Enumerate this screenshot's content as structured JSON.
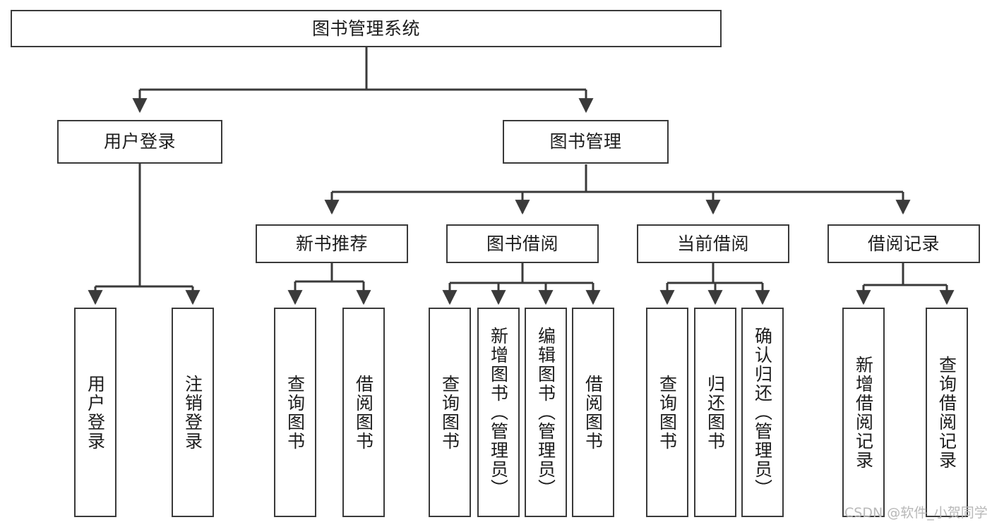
{
  "diagram": {
    "title": "图书管理系统",
    "type": "tree",
    "watermark": "CSDN @软件_小贺同学",
    "colors": {
      "border": "#3a3a3a",
      "background": "#ffffff",
      "text": "#1c1c1c",
      "edge": "#3a3a3a",
      "watermark": "#b8b8b8"
    },
    "nodes": {
      "root": {
        "label": "图书管理系统"
      },
      "level2": [
        {
          "id": "user-login",
          "label": "用户登录"
        },
        {
          "id": "book-manage",
          "label": "图书管理"
        }
      ],
      "level3": [
        {
          "id": "new-book-recommend",
          "label": "新书推荐"
        },
        {
          "id": "book-borrow",
          "label": "图书借阅"
        },
        {
          "id": "current-borrow",
          "label": "当前借阅"
        },
        {
          "id": "borrow-record",
          "label": "借阅记录"
        }
      ],
      "leaves": {
        "user-login": [
          {
            "id": "leaf-user-login",
            "label": "用户登录"
          },
          {
            "id": "leaf-logout-login",
            "label": "注销登录"
          }
        ],
        "new-book-recommend": [
          {
            "id": "leaf-query-book-1",
            "label": "查询图书"
          },
          {
            "id": "leaf-borrow-book-1",
            "label": "借阅图书"
          }
        ],
        "book-borrow": [
          {
            "id": "leaf-query-book-2",
            "label": "查询图书"
          },
          {
            "id": "leaf-add-book-admin",
            "label": "新增图书（管理员）"
          },
          {
            "id": "leaf-edit-book-admin",
            "label": "编辑图书（管理员）"
          },
          {
            "id": "leaf-borrow-book-2",
            "label": "借阅图书"
          }
        ],
        "current-borrow": [
          {
            "id": "leaf-query-book-3",
            "label": "查询图书"
          },
          {
            "id": "leaf-return-book",
            "label": "归还图书"
          },
          {
            "id": "leaf-confirm-return-admin",
            "label": "确认归还（管理员）"
          }
        ],
        "borrow-record": [
          {
            "id": "leaf-add-borrow-record",
            "label": "新增借阅记录"
          },
          {
            "id": "leaf-query-borrow-record",
            "label": "查询借阅记录"
          }
        ]
      }
    }
  }
}
